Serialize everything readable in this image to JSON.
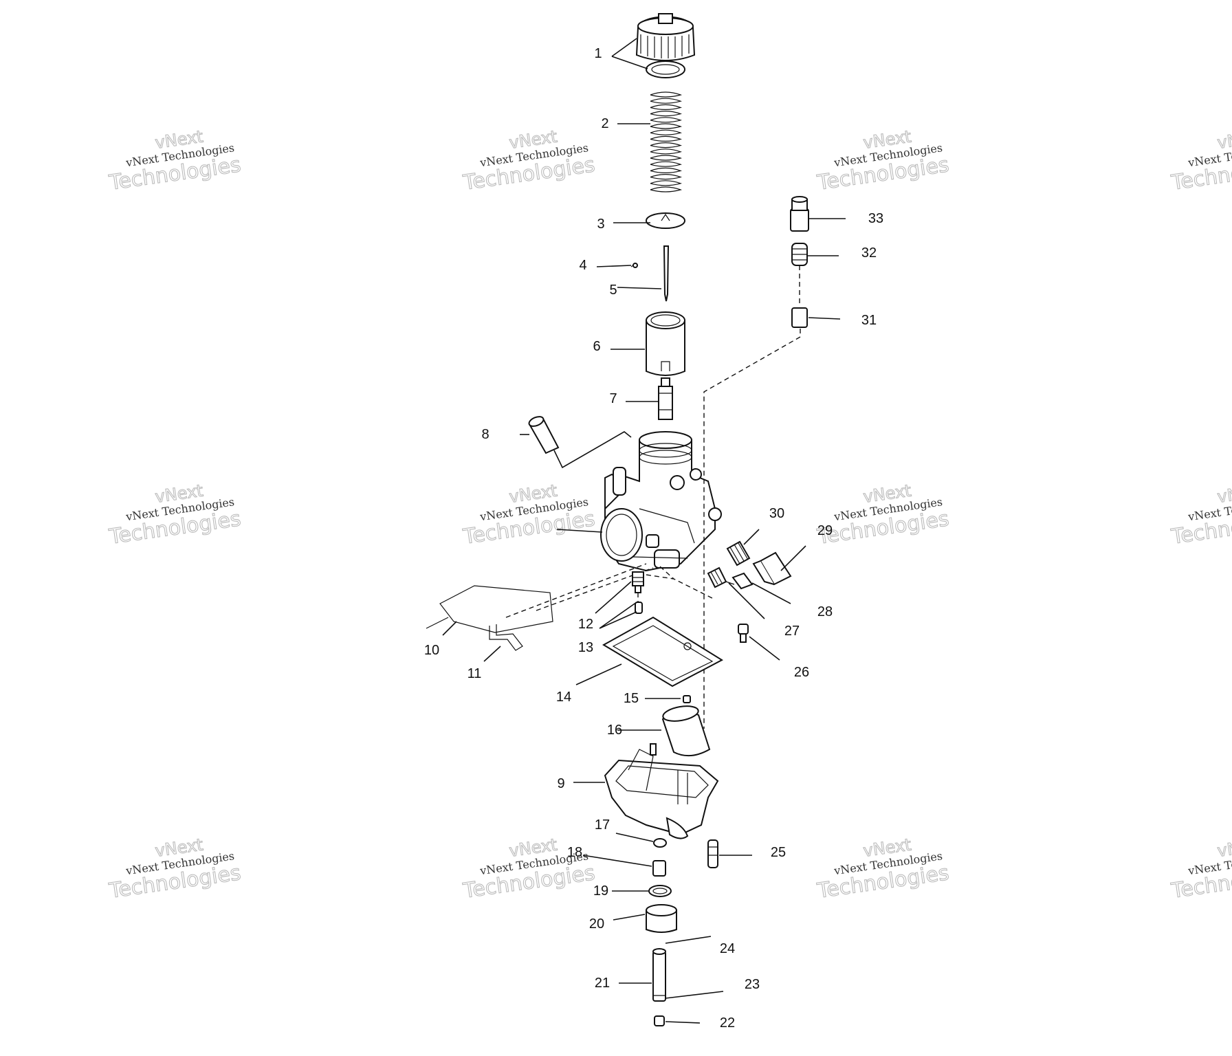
{
  "watermark": {
    "line_top": "vNext",
    "line_small": "vNext Technologies",
    "line_large": "Technologies"
  },
  "callouts": [
    "1",
    "2",
    "3",
    "4",
    "5",
    "6",
    "7",
    "8",
    "9",
    "10",
    "11",
    "12",
    "13",
    "14",
    "15",
    "16",
    "17",
    "18",
    "19",
    "20",
    "21",
    "22",
    "23",
    "24",
    "25",
    "26",
    "27",
    "28",
    "29",
    "30",
    "31",
    "32",
    "33"
  ],
  "callout_9_body": "9"
}
